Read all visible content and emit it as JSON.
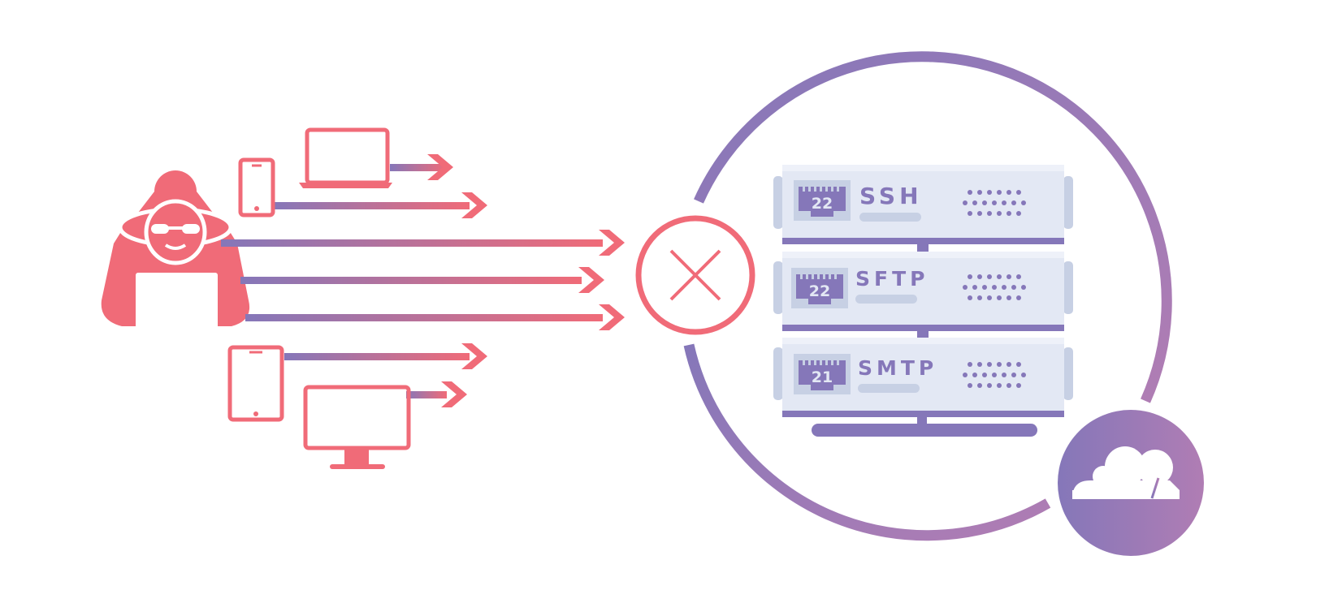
{
  "colors": {
    "attack": "#f06b78",
    "purple": "#8577b9",
    "mauve": "#b07db4",
    "server_face": "#e3e8f4",
    "server_edge": "#c7d0e4",
    "port_box": "#c7d0e4",
    "port_fill": "#8577b9",
    "background": "#ffffff"
  },
  "servers": [
    {
      "port": "22",
      "label": "SSH"
    },
    {
      "port": "22",
      "label": "SFTP"
    },
    {
      "port": "21",
      "label": "SMTP"
    }
  ],
  "icons": {
    "attacker": "hooded-hacker-icon",
    "devices": [
      "smartphone-icon",
      "laptop-icon",
      "tablet-icon",
      "desktop-monitor-icon"
    ],
    "block": "blocked-x-icon",
    "brand": "cloudflare-cloud-icon"
  }
}
